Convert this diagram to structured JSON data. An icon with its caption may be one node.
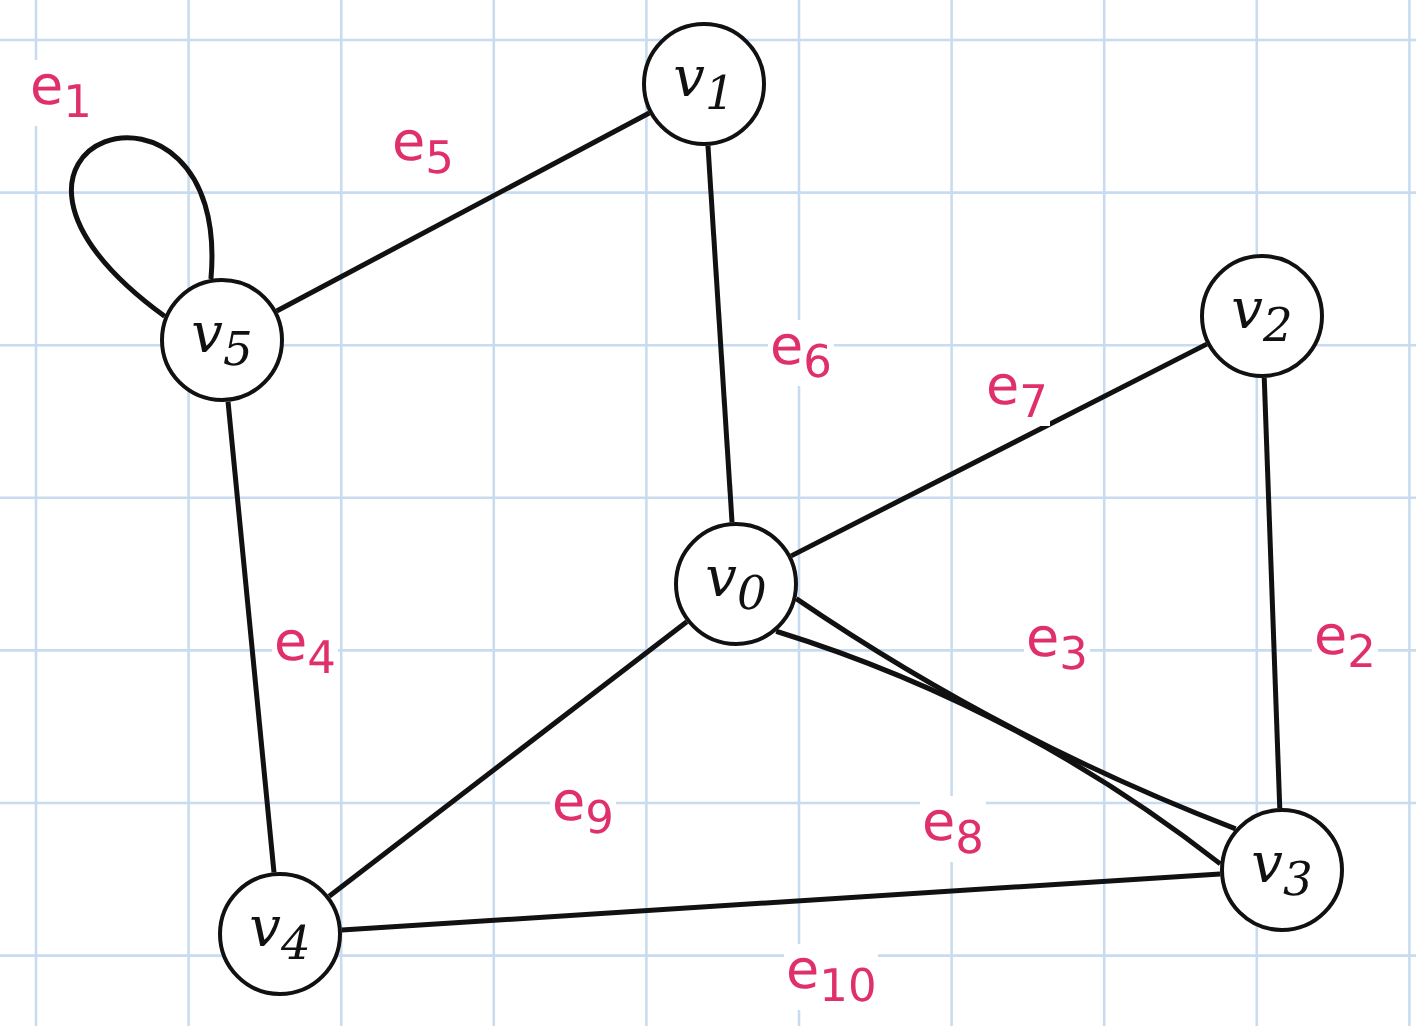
{
  "diagram": {
    "nodes": [
      {
        "text": [
          "v$_{1}$"
        ]
      },
      {
        "text": [
          "v$_{2}$"
        ]
      },
      {
        "text": [
          "v$_{5}$"
        ]
      },
      {
        "text": [
          "v$_{0}$"
        ]
      },
      {
        "text": [
          "v$_{3}$"
        ]
      },
      {
        "text": [
          "v$_{4}$"
        ]
      }
    ],
    "edges": [
      {
        "from": 2,
        "to": 2,
        "arrow": "none",
        "label": "e$_{1}$"
      },
      {
        "from": 2,
        "to": 0,
        "arrow": "none",
        "label": "e$_{5}$"
      },
      {
        "from": 0,
        "to": 3,
        "arrow": "none",
        "label": "e$_{6}$"
      },
      {
        "from": 3,
        "to": 1,
        "arrow": "none",
        "label": "e$_{7}$"
      },
      {
        "from": 1,
        "to": 4,
        "arrow": "none",
        "label": "e$_{2}$"
      },
      {
        "from": 3,
        "to": 4,
        "arrow": "none",
        "label": "e$_{3}$"
      },
      {
        "from": 3,
        "to": 4,
        "arrow": "none",
        "label": "e$_{8}$"
      },
      {
        "from": 2,
        "to": 5,
        "arrow": "none",
        "label": "e$_{4}$"
      },
      {
        "from": 5,
        "to": 3,
        "arrow": "none",
        "label": "e$_{9}$"
      },
      {
        "from": 5,
        "to": 4,
        "arrow": "none",
        "label": "e$_{10}$"
      }
    ]
  }
}
